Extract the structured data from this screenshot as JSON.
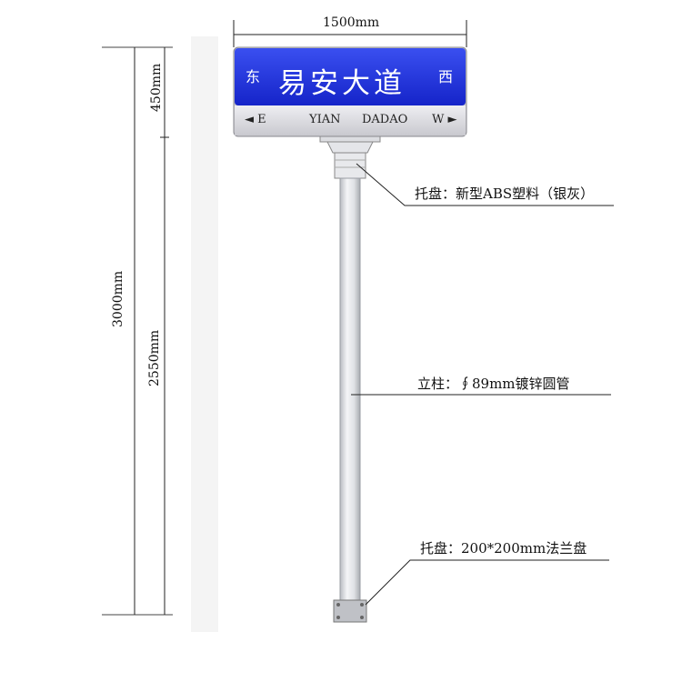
{
  "dimensions": {
    "width": "1500mm",
    "sign_height": "450mm",
    "total_height": "3000mm",
    "pole_height": "2550mm"
  },
  "sign": {
    "top_left_char": "东",
    "name_cn": "易安大道",
    "top_right_char": "西",
    "bottom_left": "◄ E",
    "name_pinyin_1": "YIAN",
    "name_pinyin_2": "DADAO",
    "bottom_right": "W ►",
    "colors": {
      "panel": "#1a2fd9",
      "strip": "#d9d9de",
      "pole": "#e6e8ec"
    }
  },
  "annotations": {
    "bracket": "托盘：新型ABS塑料（银灰）",
    "pole": "立柱：∮89mm镀锌圆管",
    "base": "托盘：200*200mm法兰盘"
  }
}
